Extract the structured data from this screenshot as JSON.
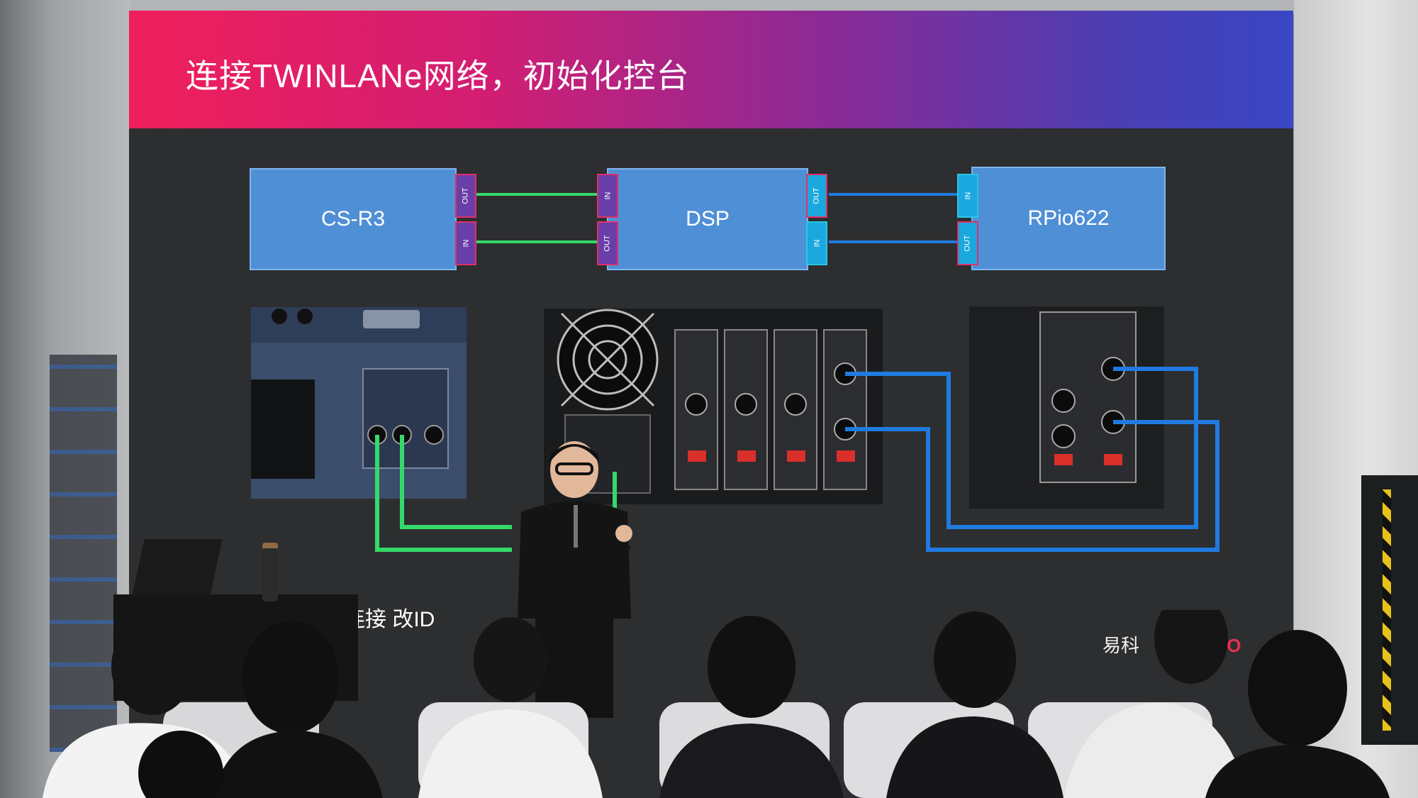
{
  "slide": {
    "title": "连接TWINLANe网络，初始化控台",
    "subtitle": "，固件匹配，连接      改ID",
    "logo_left": "易科",
    "logo_right": "RO"
  },
  "devices": [
    {
      "id": "cs-r3",
      "label": "CS-R3"
    },
    {
      "id": "dsp",
      "label": "DSP"
    },
    {
      "id": "rpio622",
      "label": "RPio622"
    }
  ],
  "ports": {
    "cs_r3_out": "OUT",
    "cs_r3_in": "IN",
    "dsp_in_left": "IN",
    "dsp_out_left": "OUT",
    "dsp_out_right": "OUT",
    "dsp_in_right": "IN",
    "rpio_in": "IN",
    "rpio_out": "OUT"
  },
  "colors": {
    "banner_start": "#ef1f5b",
    "banner_end": "#3a46c4",
    "device_fill": "#4f8fd6",
    "link_green": "#35d96a",
    "link_blue": "#1f7be0",
    "screen_bg": "#2d2e30"
  }
}
